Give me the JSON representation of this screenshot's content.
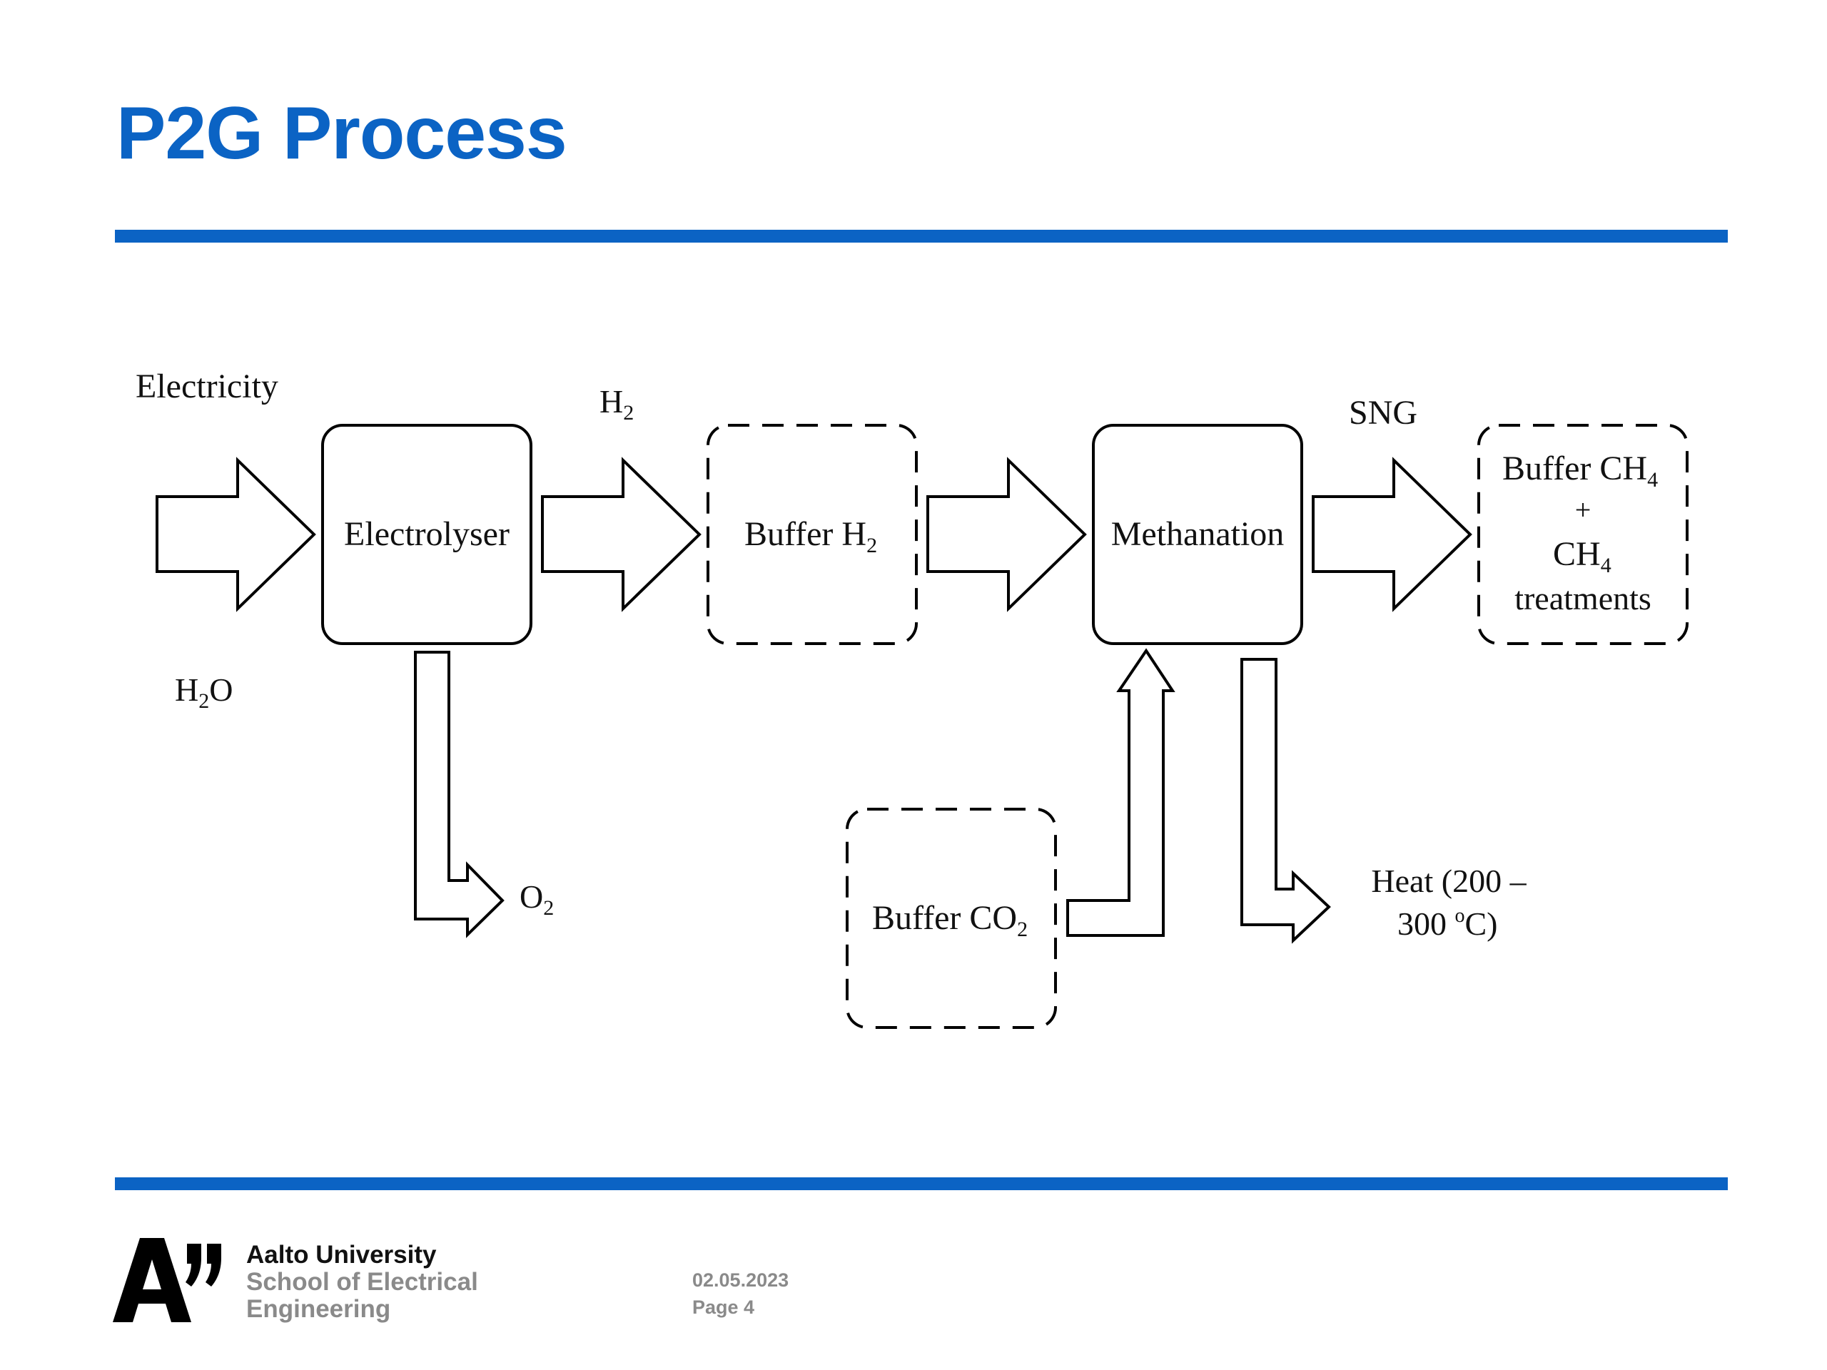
{
  "slide": {
    "title": "P2G Process",
    "date": "02.05.2023",
    "page": "Page 4",
    "accent_color": "#0b63c4"
  },
  "institution": {
    "line1": "Aalto University",
    "line2": "School of Electrical",
    "line3": "Engineering",
    "logo_icon": "aalto-logo-icon"
  },
  "diagram": {
    "boxes": {
      "electrolyser": "Electrolyser",
      "buffer_h2": {
        "text": "Buffer H",
        "sub": "2"
      },
      "methanation": "Methanation",
      "buffer_ch4": {
        "line1_text": "Buffer CH",
        "line1_sub": "4",
        "plus": "+",
        "line2_text": "CH",
        "line2_sub": "4",
        "line3": "treatments"
      },
      "buffer_co2": {
        "text": "Buffer CO",
        "sub": "2"
      }
    },
    "labels": {
      "electricity": "Electricity",
      "h2o": {
        "a": "H",
        "sub": "2",
        "b": "O"
      },
      "h2": {
        "a": "H",
        "sub": "2"
      },
      "sng": "SNG",
      "o2": {
        "a": "O",
        "sub": "2"
      },
      "heat": {
        "line1": "Heat (200 –",
        "line2_a": "300 ",
        "line2_sup": "o",
        "line2_b": "C)"
      }
    }
  }
}
